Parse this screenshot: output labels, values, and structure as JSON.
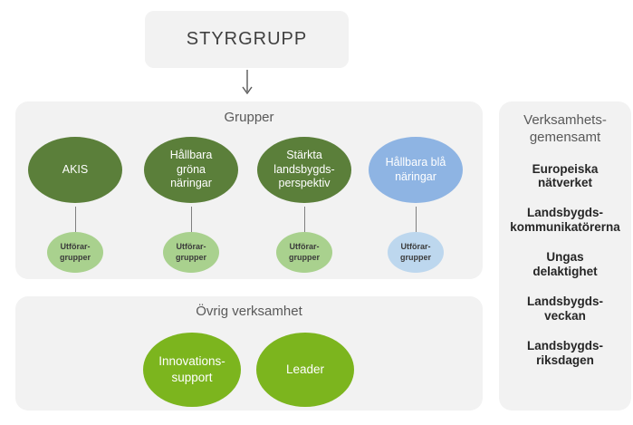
{
  "styrgrupp": {
    "label": "STYRGRUPP"
  },
  "grupper": {
    "title": "Grupper",
    "groups": [
      {
        "label": "AKIS",
        "color": "#5b7f3a",
        "executor_label": "Utförar-\ngrupper",
        "executor_color": "#a9d18e"
      },
      {
        "label": "Hållbara\ngröna\nnäringar",
        "color": "#5b7f3a",
        "executor_label": "Utförar-\ngrupper",
        "executor_color": "#a9d18e"
      },
      {
        "label": "Stärkta\nlandsbygds-\nperspektiv",
        "color": "#5b7f3a",
        "executor_label": "Utförar-\ngrupper",
        "executor_color": "#a9d18e"
      },
      {
        "label": "Hållbara blå\nnäringar",
        "color": "#8eb4e3",
        "executor_label": "Utförar-\ngrupper",
        "executor_color": "#bdd7ee"
      }
    ]
  },
  "ovrig_verksamhet": {
    "title": "Övrig verksamhet",
    "items": [
      {
        "label": "Innovations-\nsupport",
        "color": "#7cb51e"
      },
      {
        "label": "Leader",
        "color": "#7cb51e"
      }
    ]
  },
  "verksamhetsgemensamt": {
    "title": "Verksamhets-\ngemensamt",
    "items": [
      "Europeiska\nnätverket",
      "Landsbygds-\nkommunikatörerna",
      "Ungas\ndelaktighet",
      "Landsbygds-\nveckan",
      "Landsbygds-\nriksdagen"
    ]
  },
  "colors": {
    "panel_background": "#f2f2f2",
    "dark_green": "#5b7f3a",
    "light_green": "#a9d18e",
    "bright_green": "#7cb51e",
    "light_blue": "#8eb4e3",
    "pale_blue": "#bdd7ee",
    "title_gray": "#595959",
    "item_text": "#262626",
    "connector_gray": "#7f7f7f"
  }
}
